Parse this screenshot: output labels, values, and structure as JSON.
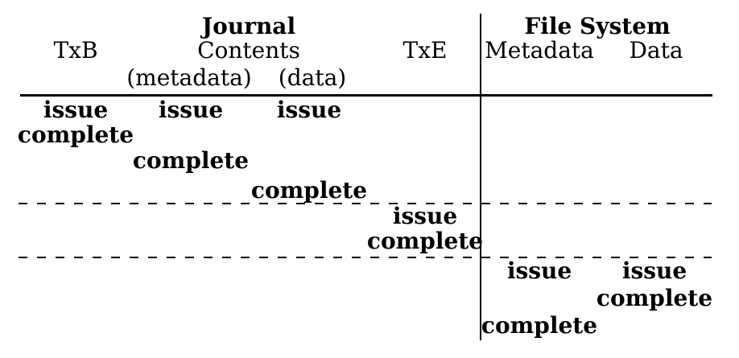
{
  "figure": {
    "type": "timeline-table",
    "sections": {
      "journal": {
        "header": "Journal",
        "columns": {
          "txb": "TxB",
          "contents": "Contents",
          "contents_metadata": "(metadata)",
          "contents_data": "(data)",
          "txe": "TxE"
        }
      },
      "file_system": {
        "header": "File System",
        "columns": {
          "metadata": "Metadata",
          "data": "Data"
        }
      }
    },
    "events": [
      {
        "column": "TxB",
        "label": "issue"
      },
      {
        "column": "Contents (metadata)",
        "label": "issue"
      },
      {
        "column": "Contents (data)",
        "label": "issue"
      },
      {
        "column": "TxB",
        "label": "complete"
      },
      {
        "column": "Contents (metadata)",
        "label": "complete"
      },
      {
        "column": "Contents (data)",
        "label": "complete"
      },
      {
        "column": "TxE",
        "label": "issue"
      },
      {
        "column": "TxE",
        "label": "complete"
      },
      {
        "column": "Metadata",
        "label": "issue"
      },
      {
        "column": "Data",
        "label": "issue"
      },
      {
        "column": "Data",
        "label": "complete"
      },
      {
        "column": "Metadata",
        "label": "complete"
      }
    ],
    "colors": {
      "text": "#000000",
      "background": "#ffffff"
    }
  }
}
